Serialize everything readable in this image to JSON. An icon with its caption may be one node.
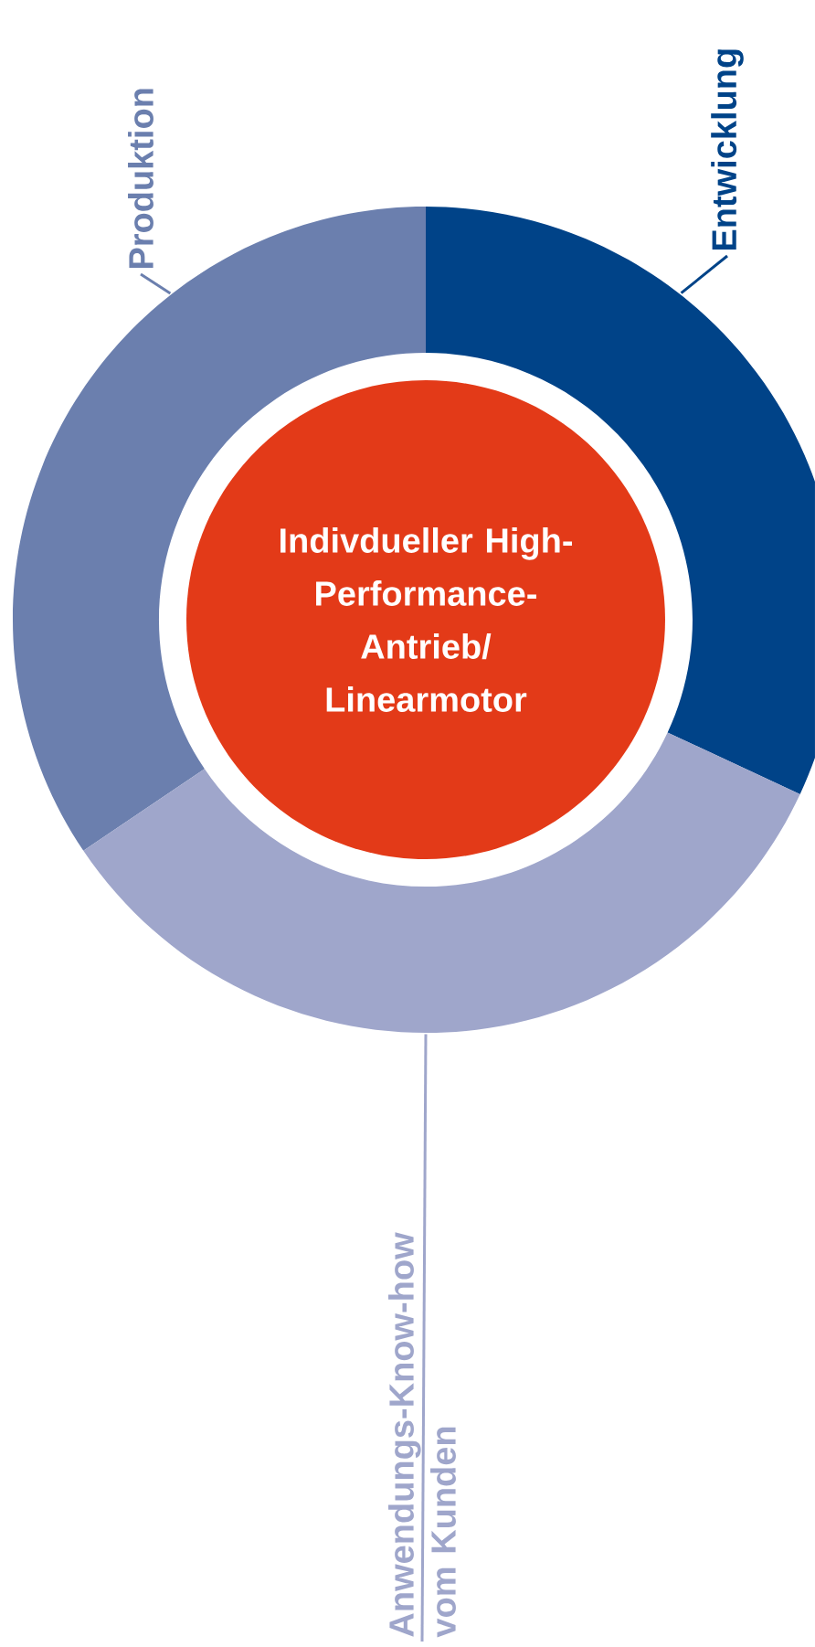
{
  "diagram": {
    "nodes": [
      {
        "text": [
          "Produktion"
        ]
      },
      {
        "text": [
          "Entwicklung"
        ]
      },
      {
        "text": [],
        "shape": "segment"
      },
      {
        "text": [],
        "shape": "segment"
      },
      {
        "text": [
          "Indivdueller High-Performance-Antrieb/ Linearmotor"
        ]
      },
      {
        "text": [],
        "shape": "segment"
      },
      {
        "text": [
          "Anwendungs-Know-how vom Kunden"
        ]
      }
    ],
    "edges": [
      {
        "from": 0,
        "to": 2,
        "arrow": "none",
        "color": "#6b7fae"
      },
      {
        "from": 1,
        "to": 3,
        "arrow": "none",
        "color": "#004388"
      },
      {
        "from": 6,
        "to": 5,
        "arrow": "none",
        "color": "#9fa6cb"
      }
    ]
  }
}
